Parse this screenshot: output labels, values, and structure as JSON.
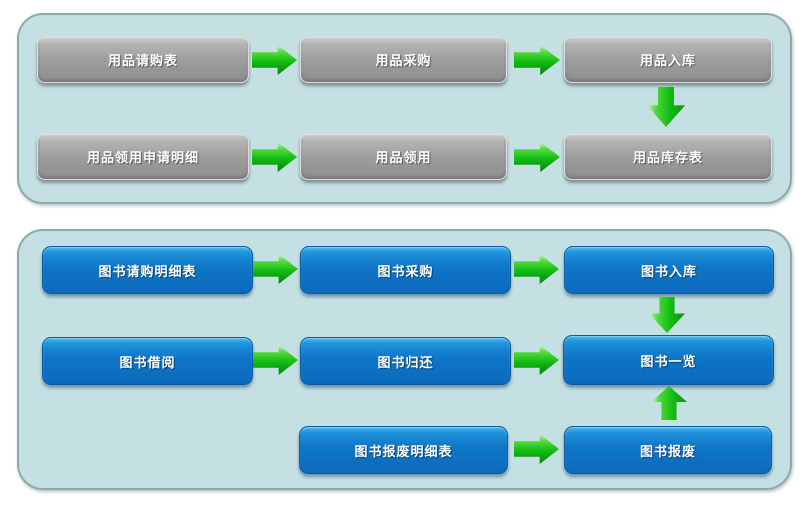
{
  "colors": {
    "panel_fill": "#c5e0e3",
    "panel_border": "#8ea9ae",
    "gray_node": "#9c9c9c",
    "blue_node": "#0f76c8",
    "arrow_green": "#13bd13",
    "node_text": "#ffffff"
  },
  "panels": [
    {
      "name": "supplies-flow",
      "node_style": "gray",
      "boxes": [
        {
          "id": "supplies-request-form",
          "label": "用品请购表"
        },
        {
          "id": "supplies-purchase",
          "label": "用品采购"
        },
        {
          "id": "supplies-stock-in",
          "label": "用品入库"
        },
        {
          "id": "supplies-issue-request-detail",
          "label": "用品领用申请明细"
        },
        {
          "id": "supplies-issue",
          "label": "用品领用"
        },
        {
          "id": "supplies-inventory-table",
          "label": "用品库存表"
        }
      ],
      "connections": [
        {
          "from": "用品请购表",
          "to": "用品采购",
          "direction": "right"
        },
        {
          "from": "用品采购",
          "to": "用品入库",
          "direction": "right"
        },
        {
          "from": "用品入库",
          "to": "用品库存表",
          "direction": "down"
        },
        {
          "from": "用品领用申请明细",
          "to": "用品领用",
          "direction": "right"
        },
        {
          "from": "用品领用",
          "to": "用品库存表",
          "direction": "right"
        }
      ]
    },
    {
      "name": "books-flow",
      "node_style": "blue",
      "boxes": [
        {
          "id": "book-purchase-request-detail",
          "label": "图书请购明细表"
        },
        {
          "id": "book-purchase",
          "label": "图书采购"
        },
        {
          "id": "book-stock-in",
          "label": "图书入库"
        },
        {
          "id": "book-borrow",
          "label": "图书借阅"
        },
        {
          "id": "book-return",
          "label": "图书归还"
        },
        {
          "id": "book-overview",
          "label": "图书一览"
        },
        {
          "id": "book-scrap-detail",
          "label": "图书报废明细表"
        },
        {
          "id": "book-scrap",
          "label": "图书报废"
        }
      ],
      "connections": [
        {
          "from": "图书请购明细表",
          "to": "图书采购",
          "direction": "right"
        },
        {
          "from": "图书采购",
          "to": "图书入库",
          "direction": "right"
        },
        {
          "from": "图书入库",
          "to": "图书一览",
          "direction": "down"
        },
        {
          "from": "图书借阅",
          "to": "图书归还",
          "direction": "right"
        },
        {
          "from": "图书归还",
          "to": "图书一览",
          "direction": "right"
        },
        {
          "from": "图书报废明细表",
          "to": "图书报废",
          "direction": "right"
        },
        {
          "from": "图书报废",
          "to": "图书一览",
          "direction": "up"
        }
      ]
    }
  ]
}
